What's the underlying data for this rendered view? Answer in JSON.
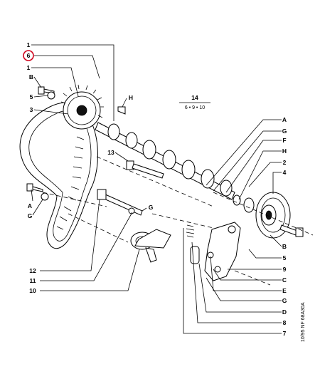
{
  "labels": {
    "l1a": "1",
    "l6": "6",
    "l1b": "1",
    "lB_top": "B",
    "l5_top": "5",
    "l3": "3",
    "lH_top": "H",
    "l13": "13",
    "lA_left": "A",
    "lG_left": "G",
    "l12": "12",
    "l11": "11",
    "l10": "10",
    "lG_mid": "G",
    "lA_right": "A",
    "lG_right": "G",
    "lF": "F",
    "lH_right": "H",
    "l2": "2",
    "l4": "4",
    "lB_right": "B",
    "l5_right": "5",
    "l9": "9",
    "lC": "C",
    "lE": "E",
    "lG_bot": "G",
    "lD": "D",
    "l8": "8",
    "l7": "7"
  },
  "ref_box": {
    "top": "14",
    "bottom": "6 • 9 • 10"
  },
  "footer_code": "10/95 NF 68A30A",
  "highlight_color": "#d0021b"
}
